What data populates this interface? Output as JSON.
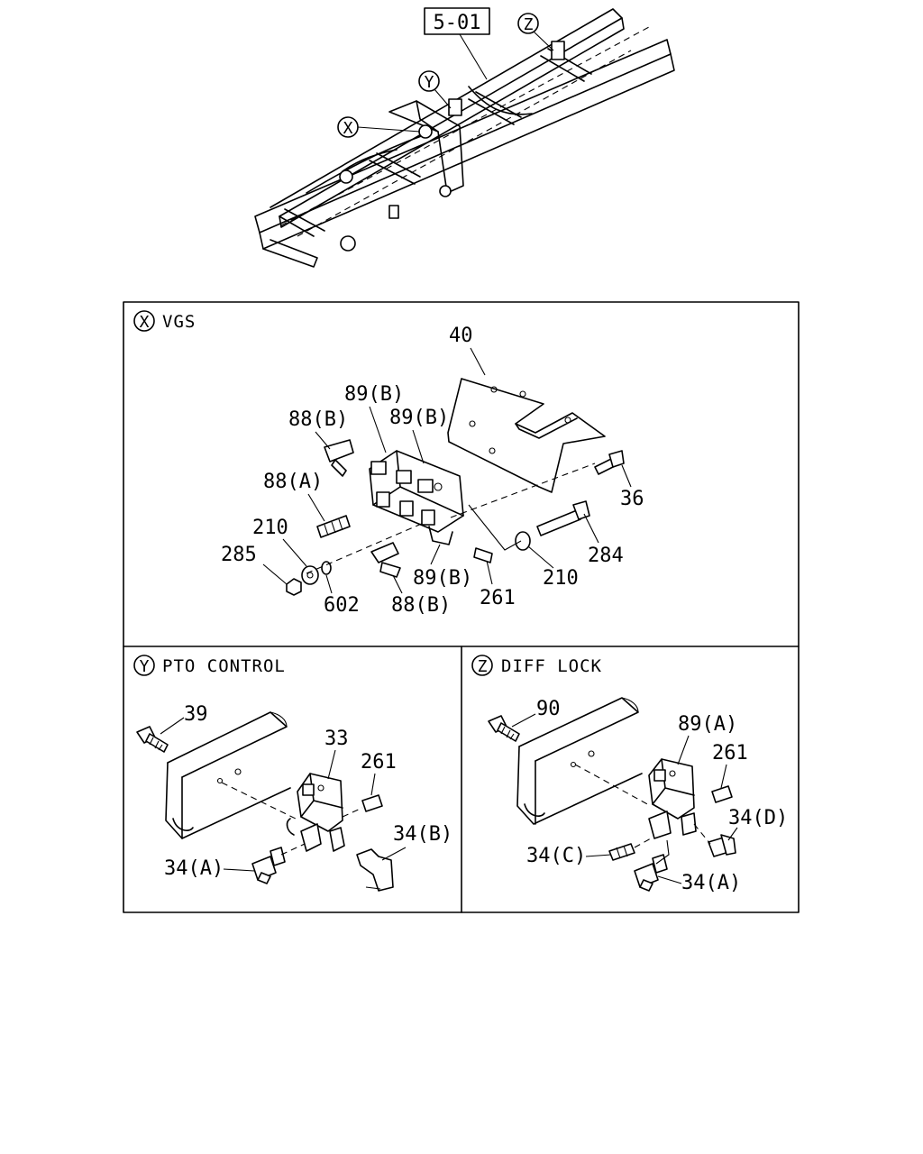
{
  "figure_ref": "5-01",
  "callouts": {
    "x": "X",
    "y": "Y",
    "z": "Z"
  },
  "panel_x": {
    "marker": "X",
    "title": "VGS",
    "labels": {
      "p40": "40",
      "p89b_1": "89(B)",
      "p89b_2": "89(B)",
      "p88b_1": "88(B)",
      "p88a": "88(A)",
      "p36": "36",
      "p210_1": "210",
      "p285": "285",
      "p284": "284",
      "p210_2": "210",
      "p89b_3": "89(B)",
      "p602": "602",
      "p88b_2": "88(B)",
      "p261": "261"
    }
  },
  "panel_y": {
    "marker": "Y",
    "title": "PTO CONTROL",
    "labels": {
      "p39": "39",
      "p33": "33",
      "p261": "261",
      "p34b": "34(B)",
      "p34a": "34(A)"
    }
  },
  "panel_z": {
    "marker": "Z",
    "title": "DIFF LOCK",
    "labels": {
      "p90": "90",
      "p89a": "89(A)",
      "p261": "261",
      "p34d": "34(D)",
      "p34c": "34(C)",
      "p34a": "34(A)"
    }
  }
}
